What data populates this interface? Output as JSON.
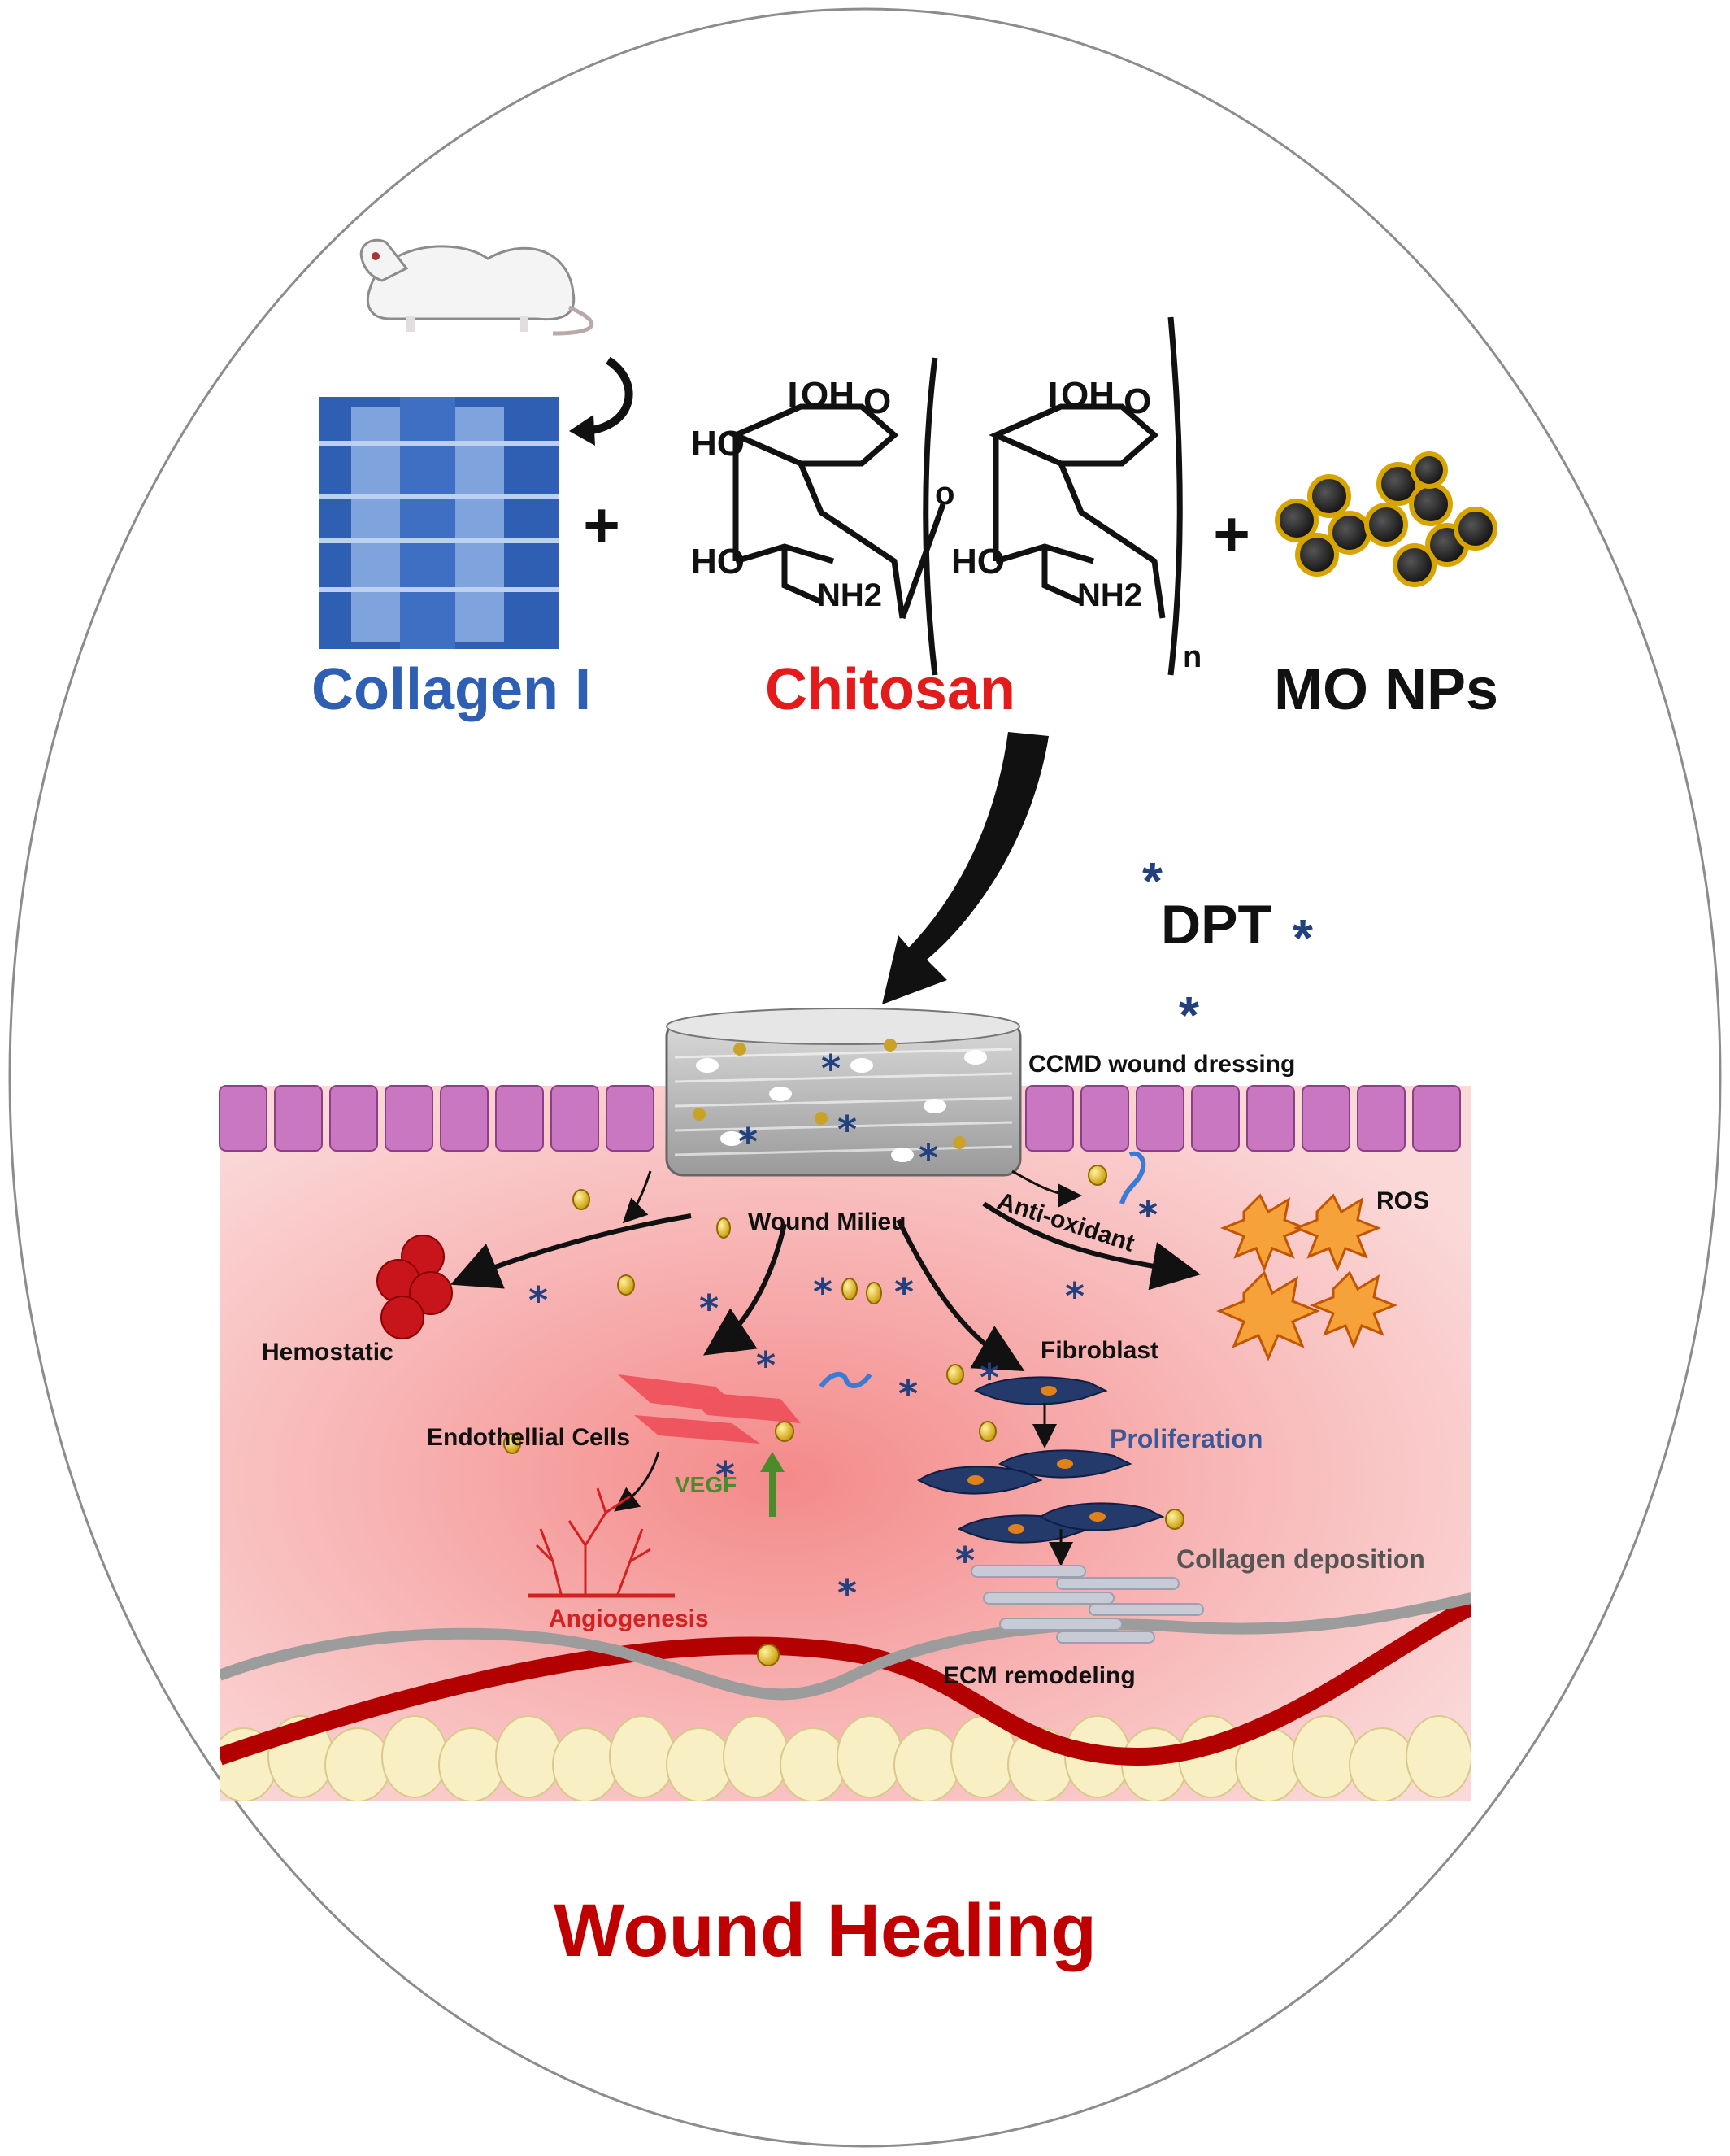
{
  "components": {
    "collagen": "Collagen I",
    "chitosan": "Chitosan",
    "mo_nps": "MO NPs"
  },
  "chemistry": {
    "oh_1": "OH",
    "o_ring_1": "O",
    "ho_1a": "HO",
    "ho_1b": "HO",
    "nh2_1": "NH2",
    "bridge_o": "o",
    "oh_2": "OH",
    "o_ring_2": "O",
    "ho_2": "HO",
    "nh2_2": "NH2",
    "repeat_n": "n"
  },
  "operators": {
    "plus_1": "+",
    "plus_2": "+"
  },
  "dpt": "DPT",
  "labels": {
    "dressing": "CCMD wound dressing",
    "milieu": "Wound Milieu",
    "antioxidant": "Anti-oxidant",
    "ros": "ROS",
    "hemostatic": "Hemostatic",
    "endothelial": "Endothellial Cells",
    "vegf": "VEGF",
    "fibroblast": "Fibroblast",
    "proliferation": "Proliferation",
    "collagen_deposition": "Collagen deposition",
    "angiogenesis": "Angiogenesis",
    "ecm": "ECM remodeling"
  },
  "title": "Wound Healing",
  "colors": {
    "collagen_blue": "#2f5fb3",
    "chitosan_red": "#e31b1b",
    "title_red": "#c00000",
    "vegf_green": "#4b8b2b",
    "proliferation_blue": "#3b5998",
    "tissue_pink": "#f7c6c6",
    "epithelium_pink": "#c977c0",
    "nanoparticle_gold": "#d8a400",
    "dpt_blue": "#23407e"
  }
}
